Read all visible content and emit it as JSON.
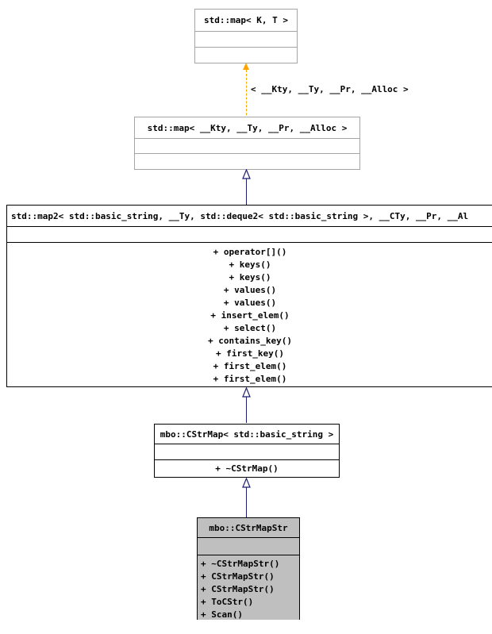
{
  "diagram": {
    "type": "uml-inheritance-graph",
    "colors": {
      "background": "#ffffff",
      "node_border": "#000000",
      "node_border_light": "#a5a5a5",
      "node_fill": "#ffffff",
      "current_node_fill": "#bfbfbf",
      "inheritance_edge": "#1f1f6e",
      "template_edge": "#ffa500",
      "text": "#000000"
    }
  },
  "nodes": [
    {
      "id": "std-map-k-t",
      "title": "std::map< K, T >",
      "attributes": [],
      "operations": []
    },
    {
      "id": "std-map-kty",
      "title": "std::map< __Kty, __Ty, __Pr, __Alloc >",
      "attributes": [],
      "operations": []
    },
    {
      "id": "std-map2",
      "title": "std::map2< std::basic_string, __Ty, std::deque2< std::basic_string >, __CTy, __Pr, __Al",
      "attributes": [],
      "operations": [
        "+ operator[]()",
        "+ keys()",
        "+ keys()",
        "+ values()",
        "+ values()",
        "+ insert_elem()",
        "+ select()",
        "+ contains_key()",
        "+ first_key()",
        "+ first_elem()",
        "+ first_elem()"
      ]
    },
    {
      "id": "mbo-cstrmap",
      "title": "mbo::CStrMap< std::basic_string >",
      "attributes": [],
      "operations": [
        "+ ~CStrMap()"
      ]
    },
    {
      "id": "mbo-cstrmapstr",
      "title": "mbo::CStrMapStr",
      "attributes": [],
      "operations": [
        "+ ~CStrMapStr()",
        "+ CStrMapStr()",
        "+ CStrMapStr()",
        "+ ToCStr()",
        "+ Scan()"
      ]
    }
  ],
  "edges": [
    {
      "id": "edge-template-instantiation",
      "from": "std-map-kty",
      "to": "std-map-k-t",
      "style": "dashed",
      "color": "#ffa500",
      "arrow": "filled-triangle",
      "label": "< __Kty, __Ty, __Pr, __Alloc >"
    },
    {
      "id": "edge-inherit-map2",
      "from": "std-map2",
      "to": "std-map-kty",
      "style": "solid",
      "color": "#1f1f6e",
      "arrow": "hollow-triangle",
      "label": ""
    },
    {
      "id": "edge-inherit-cstrmap",
      "from": "mbo-cstrmap",
      "to": "std-map2",
      "style": "solid",
      "color": "#1f1f6e",
      "arrow": "hollow-triangle",
      "label": ""
    },
    {
      "id": "edge-inherit-cstrmapstr",
      "from": "mbo-cstrmapstr",
      "to": "mbo-cstrmap",
      "style": "solid",
      "color": "#1f1f6e",
      "arrow": "hollow-triangle",
      "label": ""
    }
  ]
}
